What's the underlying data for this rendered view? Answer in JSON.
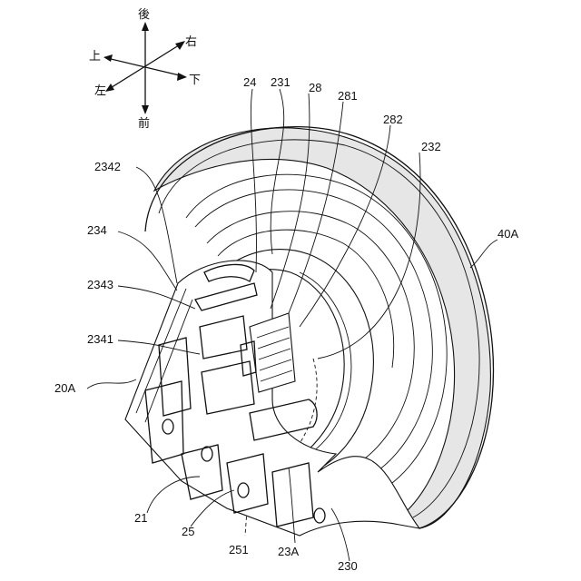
{
  "directions": {
    "back": "後",
    "front": "前",
    "up": "上",
    "down": "下",
    "left": "左",
    "right": "右"
  },
  "labels": {
    "l24": "24",
    "l231": "231",
    "l28": "28",
    "l281": "281",
    "l282": "282",
    "l232": "232",
    "l2342": "2342",
    "l234": "234",
    "l2343": "2343",
    "l2341": "2341",
    "l20A": "20A",
    "l40A": "40A",
    "l21": "21",
    "l25": "25",
    "l251": "251",
    "l23A": "23A",
    "l230": "230"
  }
}
